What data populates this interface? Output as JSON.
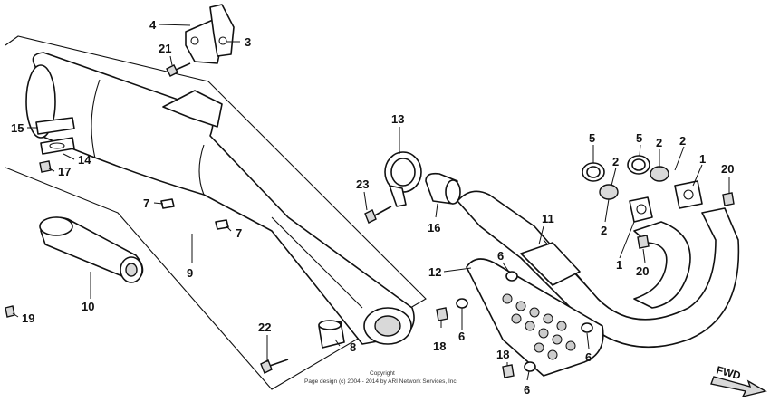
{
  "callouts": {
    "c1a": "1",
    "c1b": "1",
    "c2a": "2",
    "c2b": "2",
    "c2c": "2",
    "c2d": "2",
    "c3": "3",
    "c4": "4",
    "c5a": "5",
    "c5b": "5",
    "c6a": "6",
    "c6b": "6",
    "c6c": "6",
    "c6d": "6",
    "c7a": "7",
    "c7b": "7",
    "c8": "8",
    "c9": "9",
    "c10": "10",
    "c11": "11",
    "c12": "12",
    "c13": "13",
    "c14": "14",
    "c15": "15",
    "c16": "16",
    "c17": "17",
    "c18a": "18",
    "c18b": "18",
    "c19": "19",
    "c20a": "20",
    "c20b": "20",
    "c21": "21",
    "c22": "22",
    "c23": "23"
  },
  "copyright": {
    "line1": "Copyright",
    "line2": "Page design (c) 2004 - 2014 by ARI Network Services, Inc."
  },
  "fwd_label": "FWD"
}
